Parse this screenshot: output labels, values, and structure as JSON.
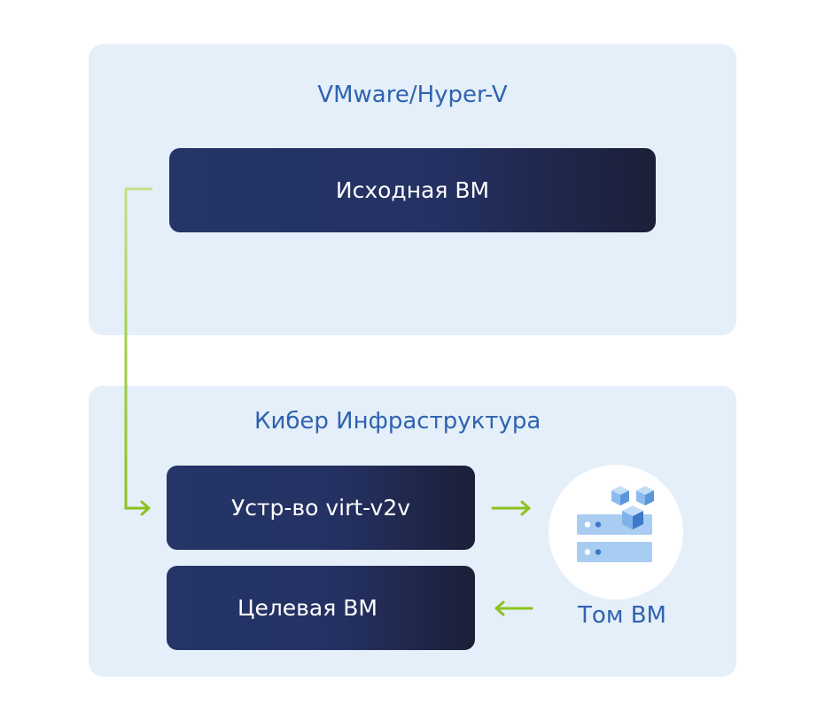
{
  "diagram": {
    "source_platform": {
      "title": "VMware/Hyper-V",
      "source_vm_label": "Исходная ВМ"
    },
    "target_platform": {
      "title": "Кибер Инфраструктура",
      "appliance_label": "Устр-во virt-v2v",
      "target_vm_label": "Целевая ВМ",
      "volume_label": "Том ВМ",
      "volume_icon": "storage-volume-icon"
    },
    "colors": {
      "panel_bg": "#e5eff9",
      "title_text": "#2f63b0",
      "node_bg_dark": "#243163",
      "connector_green": "#8cc21f",
      "node_text": "#ffffff"
    }
  }
}
